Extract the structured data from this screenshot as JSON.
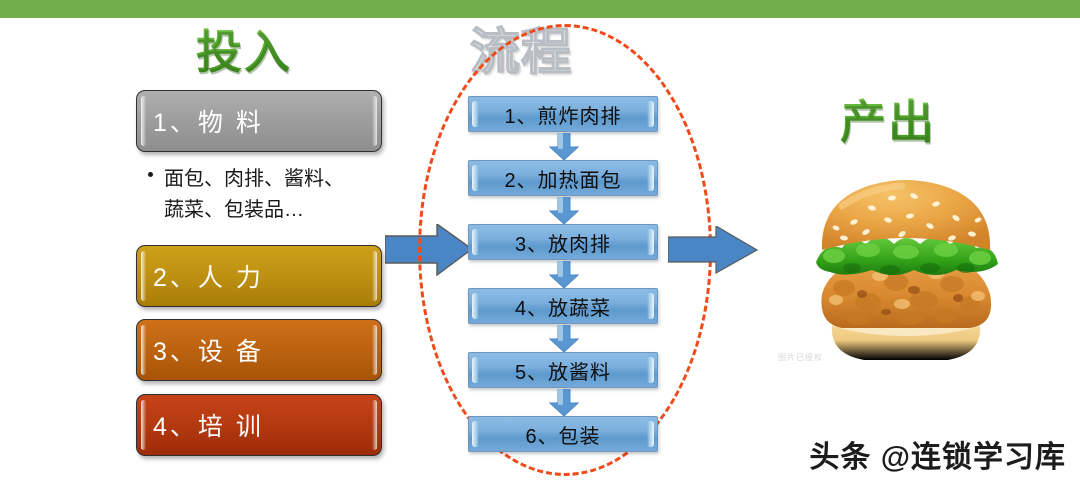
{
  "slide": {
    "top_bar_color": "#72AE4C",
    "background": "#FFFFFF"
  },
  "sections": {
    "input_title": "投入",
    "process_title": "流程",
    "output_title": "产出"
  },
  "input_items": [
    {
      "label": "1、物  料",
      "color": "#9D9D9D",
      "name": "material"
    },
    {
      "label": "2、人  力",
      "color": "#BE9112",
      "name": "labor"
    },
    {
      "label": "3、设  备",
      "color": "#BC6310",
      "name": "equipment"
    },
    {
      "label": "4、培  训",
      "color": "#B43911",
      "name": "training"
    }
  ],
  "material_detail": {
    "line1": "面包、肉排、酱料、",
    "line2": "蔬菜、包装品…"
  },
  "process_steps": [
    {
      "label": "1、煎炸肉排"
    },
    {
      "label": "2、加热面包"
    },
    {
      "label": "3、放肉排"
    },
    {
      "label": "4、放蔬菜"
    },
    {
      "label": "5、放酱料"
    },
    {
      "label": "6、包装"
    }
  ],
  "process_box_color": "#7DB0DE",
  "highlight_ellipse_color": "#F04A18",
  "connector_arrow_color": "#4A86C5",
  "flow_arrows": {
    "left_arrow": "arrow-right-icon",
    "right_arrow": "arrow-right-icon"
  },
  "output": {
    "product_image": "chicken-burger-photo",
    "image_watermark": "图片已授权"
  },
  "watermark": {
    "text": "头条 @连锁学习库"
  }
}
